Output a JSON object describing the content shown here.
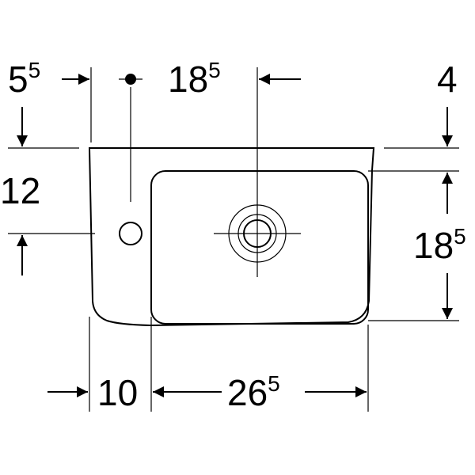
{
  "dimensions": {
    "left_offset": {
      "main": "5",
      "sup": "5"
    },
    "tap_to_drain": {
      "main": "18",
      "sup": "5"
    },
    "rim_height": {
      "main": "4"
    },
    "tap_depth": {
      "main": "12"
    },
    "bowl_depth": {
      "main": "18",
      "sup": "5"
    },
    "side_width": {
      "main": "10"
    },
    "bowl_width": {
      "main": "26",
      "sup": "5"
    }
  }
}
